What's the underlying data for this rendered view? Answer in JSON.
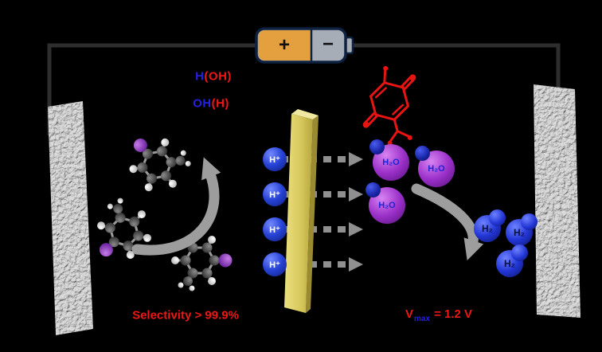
{
  "figure": {
    "battery": {
      "plus": "+",
      "minus": "−"
    },
    "anode_text": {
      "line1_blue": "H",
      "line1_red": "(OH)",
      "line2_blue": "OH",
      "line2_red": "(H)"
    },
    "proton_label": "H⁺",
    "water_label": "H₂O",
    "hydrogen_label": "H₂",
    "selectivity_caption": "Selectivity > 99.9%",
    "voltage_caption": {
      "v": "V",
      "sub": "max",
      "rest": "= 1.2 V"
    },
    "colors": {
      "background": "#000000",
      "caption_red": "#f01616",
      "caption_blue": "#2222e0",
      "membrane_yellow": "#d6c75a",
      "ion_blue": "#2743d6",
      "water_purple": "#9b30c9",
      "hydrogen_blue": "#2336d6",
      "electrode_gray": "#9a9a9a",
      "structure_red": "#e81414",
      "battery_orange": "#e49f3e",
      "battery_gray": "#a6adb6"
    }
  }
}
